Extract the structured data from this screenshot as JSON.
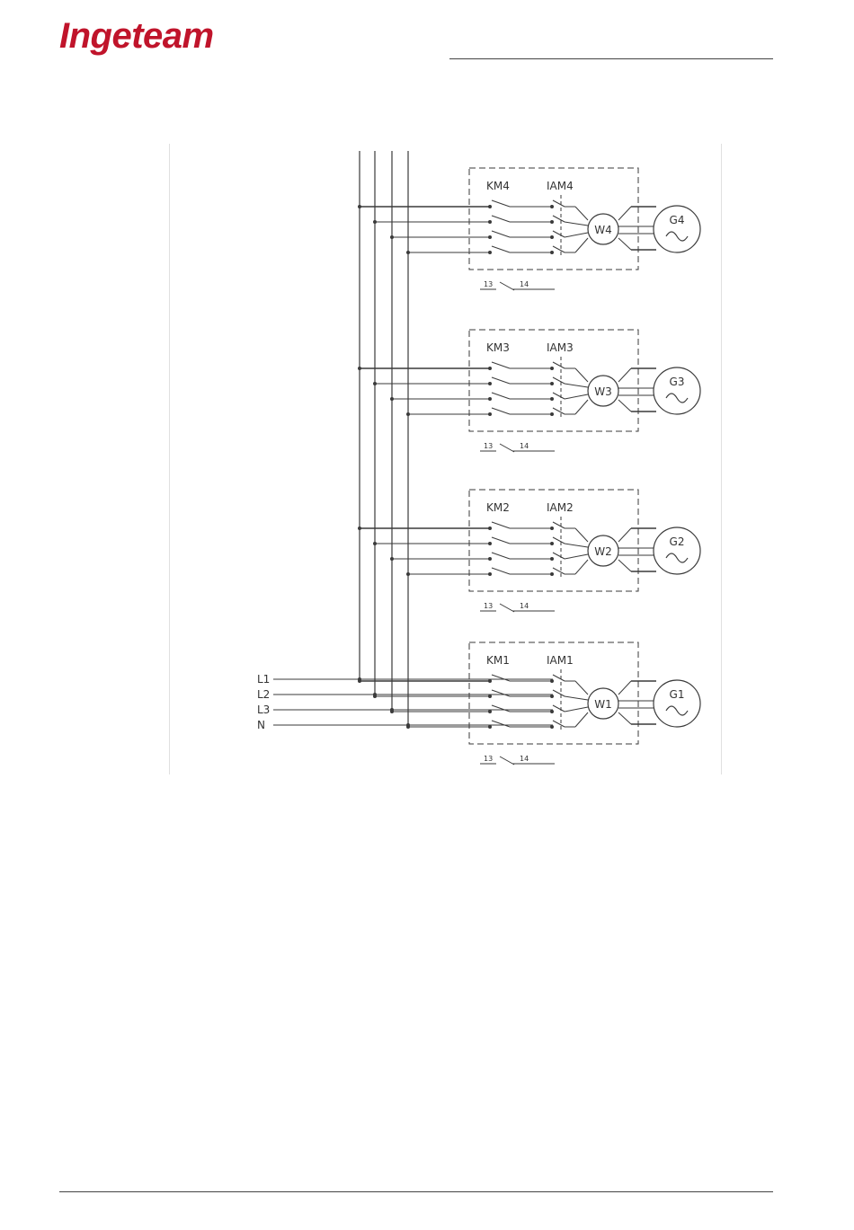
{
  "header": {
    "logo_text": "Ingeteam",
    "brand_color": "#c0142b"
  },
  "bus": {
    "lines": [
      {
        "label": "L1"
      },
      {
        "label": "L2"
      },
      {
        "label": "L3"
      },
      {
        "label": "N"
      }
    ]
  },
  "units": [
    {
      "contactor": "KM4",
      "breaker": "IAM4",
      "meter": "W4",
      "generator": "G4",
      "aux_left": "13",
      "aux_right": "14"
    },
    {
      "contactor": "KM3",
      "breaker": "IAM3",
      "meter": "W3",
      "generator": "G3",
      "aux_left": "13",
      "aux_right": "14"
    },
    {
      "contactor": "KM2",
      "breaker": "IAM2",
      "meter": "W2",
      "generator": "G2",
      "aux_left": "13",
      "aux_right": "14"
    },
    {
      "contactor": "KM1",
      "breaker": "IAM1",
      "meter": "W1",
      "generator": "G1",
      "aux_left": "13",
      "aux_right": "14"
    }
  ]
}
